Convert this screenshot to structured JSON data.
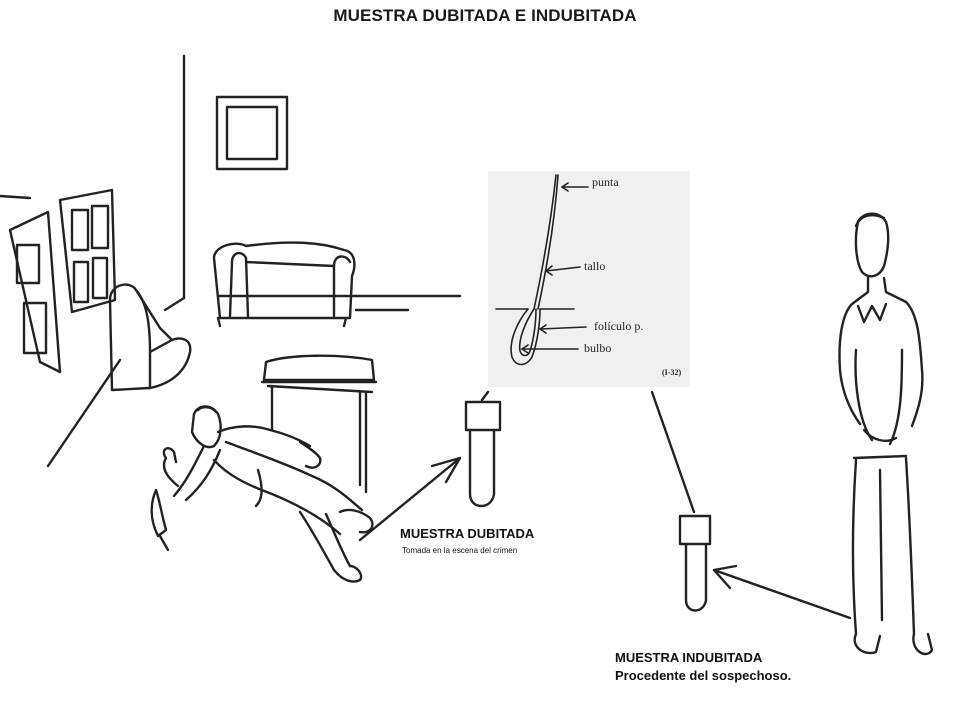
{
  "title": "MUESTRA DUBITADA E INDUBITADA",
  "hair_diagram": {
    "labels": {
      "tip": "punta",
      "shaft": "tallo",
      "follicle": "folículo p.",
      "bulb": "bulbo"
    },
    "figure_code": "(I-32)"
  },
  "questioned_sample": {
    "title": "MUESTRA DUBITADA",
    "subtitle": "Tomada en la escena del crimen"
  },
  "known_sample": {
    "title": "MUESTRA INDUBITADA",
    "subtitle": "Procedente del sospechoso."
  },
  "colors": {
    "line": "#222222",
    "inset_background": "#f0f0f0"
  }
}
